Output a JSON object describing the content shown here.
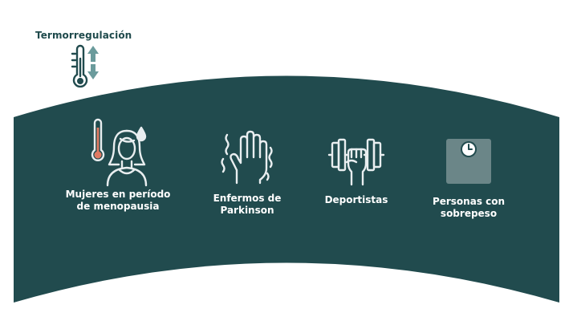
{
  "header": {
    "title": "Termorregulación",
    "icon": "thermometer-arrows-icon"
  },
  "colors": {
    "banner": "#214b4e",
    "icon_stroke": "#e9eef0",
    "icon_accent": "#e07a63",
    "scale_fill": "#6b8688"
  },
  "groups": [
    {
      "label": "Mujeres en período\nde menopausia",
      "icon": "woman-thermometer-icon"
    },
    {
      "label": "Enfermos de\nParkinson",
      "icon": "shaking-hand-icon"
    },
    {
      "label": "Deportistas",
      "icon": "dumbbell-fist-icon"
    },
    {
      "label": "Personas con\nsobrepeso",
      "icon": "weight-scale-icon"
    }
  ]
}
